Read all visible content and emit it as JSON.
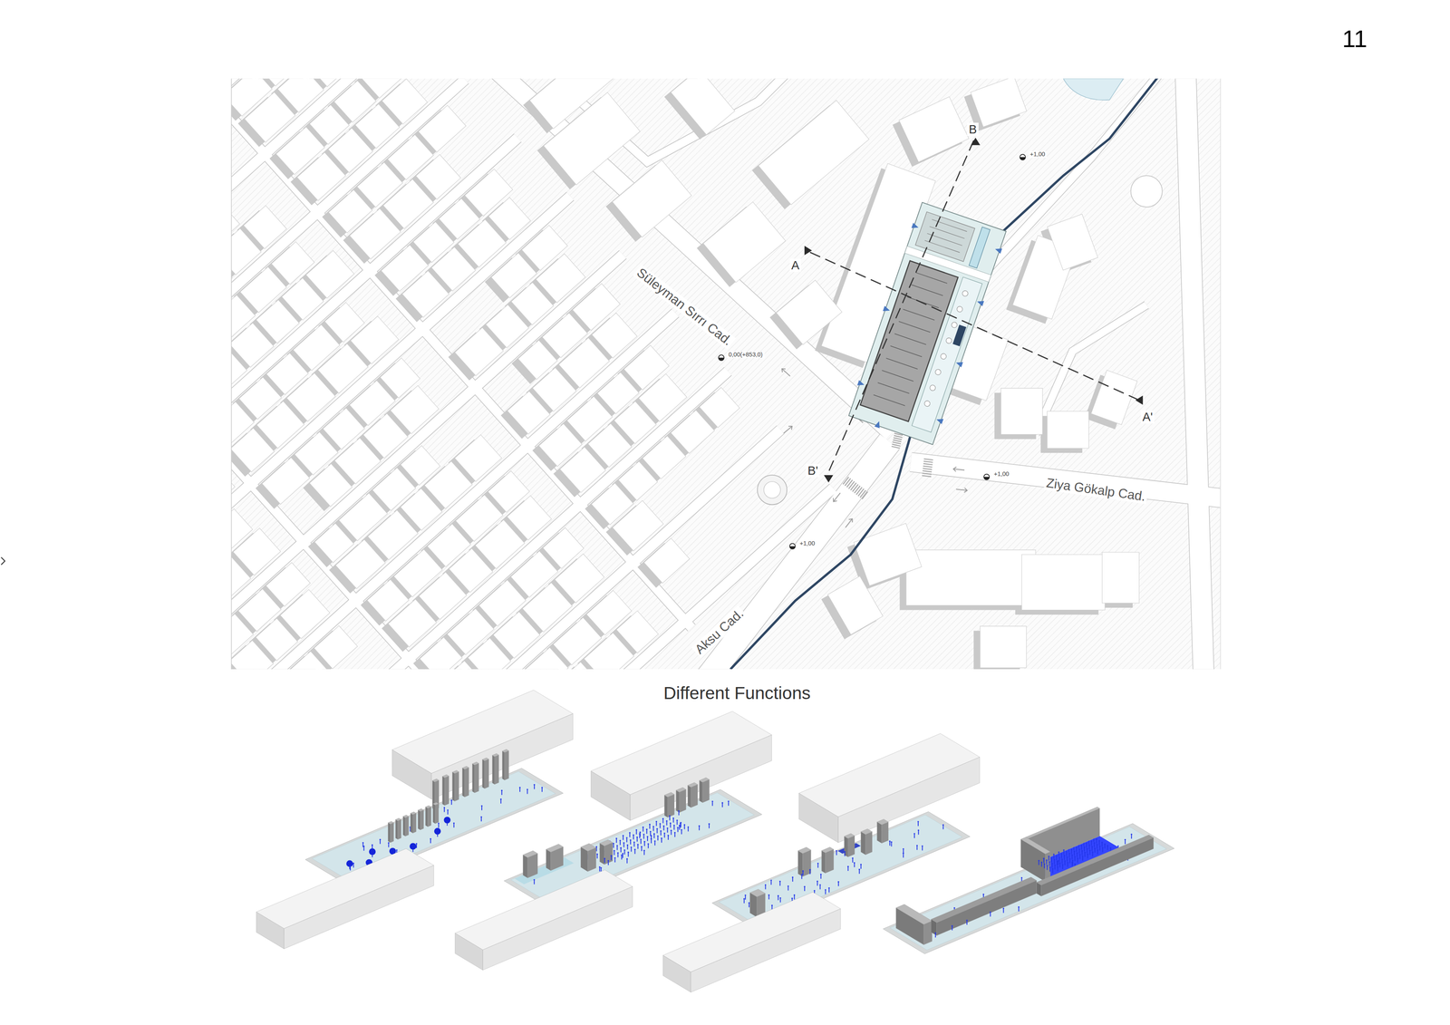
{
  "diagram": {
    "title": "Different Functions",
    "labels": [
      "11",
      "B",
      "+1,00",
      "A",
      "Süleyman Sırrı Cad.",
      "0,00(+853,0)",
      "A'",
      "B'",
      "+1,00",
      "Ziya Gökalp Cad.",
      "+1,00",
      "Aksu Cad."
    ]
  }
}
